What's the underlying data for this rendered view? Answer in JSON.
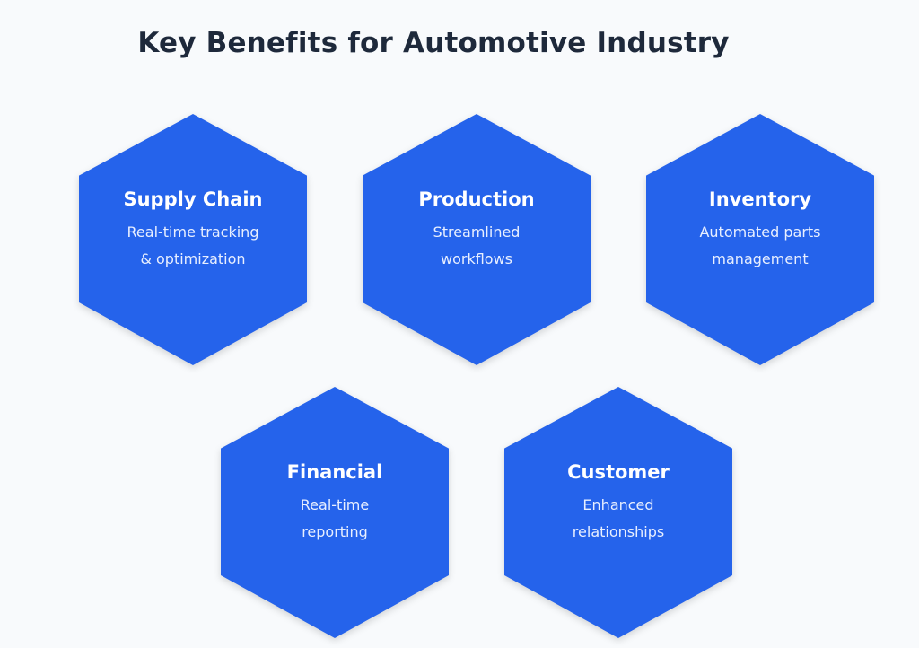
{
  "title": "Key Benefits for Automotive Industry",
  "colors": {
    "hex": "#2563eb",
    "background": "#f8fafc",
    "title": "#1e293b"
  },
  "benefits": [
    {
      "title": "Supply Chain",
      "line1": "Real-time tracking",
      "line2": "& optimization"
    },
    {
      "title": "Production",
      "line1": "Streamlined",
      "line2": "workflows"
    },
    {
      "title": "Inventory",
      "line1": "Automated parts",
      "line2": "management"
    },
    {
      "title": "Financial",
      "line1": "Real-time",
      "line2": "reporting"
    },
    {
      "title": "Customer",
      "line1": "Enhanced",
      "line2": "relationships"
    }
  ]
}
